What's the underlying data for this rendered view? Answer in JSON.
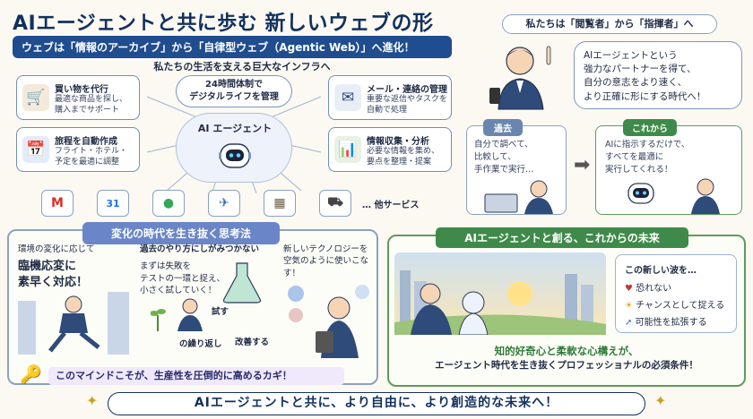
{
  "header": {
    "title": "AIエージェントと共に歩む",
    "title_emph": "新しいウェブの形",
    "subtitle": "ウェブは「情報のアーカイブ」から「自律型ウェブ（Agentic Web）」へ進化！"
  },
  "infra": {
    "heading": "私たちの生活を支える巨大なインフラへ",
    "center_bubble": [
      "24時間体制で",
      "デジタルライフを管理"
    ],
    "center_label": "AI エージェント",
    "items": [
      {
        "title": "買い物を代行",
        "desc": [
          "最適な商品を探し、",
          "購入までサポート"
        ],
        "icon": "shopping-cart-icon"
      },
      {
        "title": "旅程を自動作成",
        "desc": [
          "フライト・ホテル・",
          "予定を最適に調整"
        ],
        "icon": "calendar-icon"
      },
      {
        "title": "メール・連絡の管理",
        "desc": [
          "重要な返信やタスクを",
          "自動で処理"
        ],
        "icon": "mail-icon"
      },
      {
        "title": "情報収集・分析",
        "desc": [
          "必要な情報を集め、",
          "要点を整理・提案"
        ],
        "icon": "chart-icon"
      }
    ],
    "services_more": "… 他サービス",
    "service_icons": [
      {
        "name": "gmail-icon",
        "glyph": "M",
        "color": "#d93025"
      },
      {
        "name": "calendar-service-icon",
        "glyph": "31",
        "color": "#1a73e8"
      },
      {
        "name": "maps-pin-icon",
        "glyph": "●",
        "color": "#34a853"
      },
      {
        "name": "airplane-icon",
        "glyph": "✈",
        "color": "#3a6fb0"
      },
      {
        "name": "hotel-building-icon",
        "glyph": "▦",
        "color": "#6b5b45"
      },
      {
        "name": "cart-service-icon",
        "glyph": "⛟",
        "color": "#444"
      }
    ]
  },
  "role": {
    "heading": "私たちは「閲覧者」から「指揮者」へ",
    "speech": [
      "AIエージェントという",
      "強力なパートナーを得て、",
      "自分の意志をより速く、",
      "より正確に形にする時代へ！"
    ],
    "past_label": "過去",
    "past_text": [
      "自分で調べて、",
      "比較して、",
      "手作業で実行…"
    ],
    "future_label": "これから",
    "future_text": [
      "AIに指示するだけで、",
      "すべてを最適に",
      "実行してくれる！"
    ]
  },
  "mindset": {
    "heading": "変化の時代を生き抜く思考法",
    "col1_lead": "環境の変化に応じて",
    "col1_big": [
      "臨機応変に",
      "素早く対応！"
    ],
    "col2_lead": "過去のやり方にしがみつかない",
    "col2_text": [
      "まずは失敗を",
      "テストの一環と捉え、",
      "小さく試していく！"
    ],
    "col2_cycle": [
      "試す",
      "改善する",
      "の繰り返し"
    ],
    "col3_lead": [
      "新しいテクノロジーを",
      "空気のように使いこなす！"
    ],
    "key_text": "このマインドこそが、生産性を圧倒的に高めるカギ！"
  },
  "future": {
    "heading": "AIエージェントと創る、これからの未来",
    "wave_title": "この新しい波を…",
    "wave_items": [
      "恐れない",
      "チャンスとして捉える",
      "可能性を拡張する"
    ],
    "closing": [
      "知的好奇心と柔軟な心構えが、",
      "エージェント時代を生き抜くプロフェッショナルの必須条件！"
    ]
  },
  "footer": {
    "text": "AIエージェントと共に、より自由に、より創造的な未来へ！"
  }
}
